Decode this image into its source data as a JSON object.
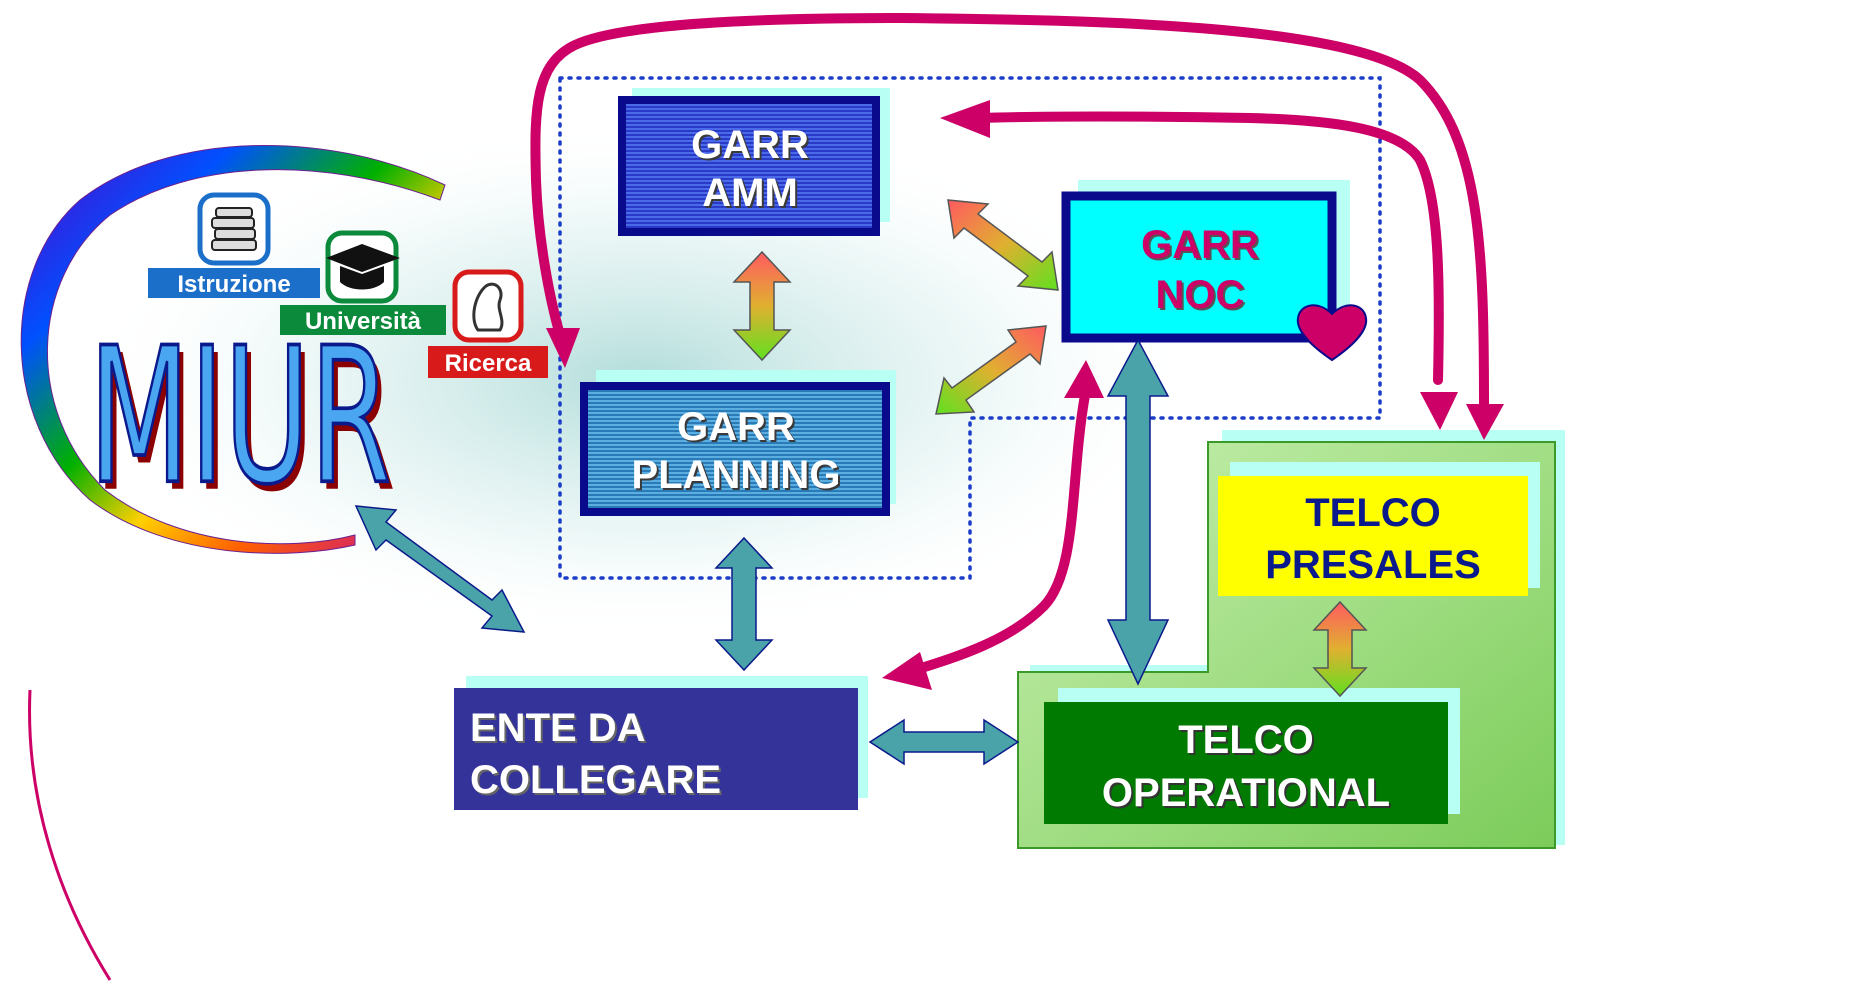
{
  "logos": {
    "istruzione": "Istruzione",
    "universita": "Università",
    "ricerca": "Ricerca",
    "miur": "MIUR"
  },
  "boxes": {
    "garr_amm": {
      "line1": "GARR",
      "line2": "AMM"
    },
    "garr_noc": {
      "line1": "GARR",
      "line2": "NOC"
    },
    "garr_planning": {
      "line1": "GARR",
      "line2": "PLANNING"
    },
    "ente": {
      "line1": "ENTE DA",
      "line2": "COLLEGARE"
    },
    "telco_presales": {
      "line1": "TELCO",
      "line2": "PRESALES"
    },
    "telco_operational": {
      "line1": "TELCO",
      "line2": "OPERATIONAL"
    }
  },
  "colors": {
    "magenta_arrow": "#cc0066",
    "teal_arrow": "#4aa3a8",
    "dark_blue_border": "#0a0a8c",
    "noc_fill": "#00ffff",
    "noc_text": "#cc0066",
    "telco_green": "#007a00",
    "light_green": "#a8e08a",
    "presales_yellow": "#ffff00",
    "cyan_shadow": "#b8fff4"
  }
}
